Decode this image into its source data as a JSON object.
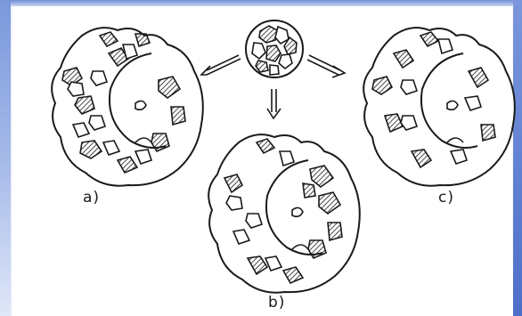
{
  "labels": {
    "a": "a)",
    "b": "b)",
    "c": "c)"
  },
  "colors": {
    "ink": "#1a1a1a",
    "frame": "#6f8fd6"
  }
}
